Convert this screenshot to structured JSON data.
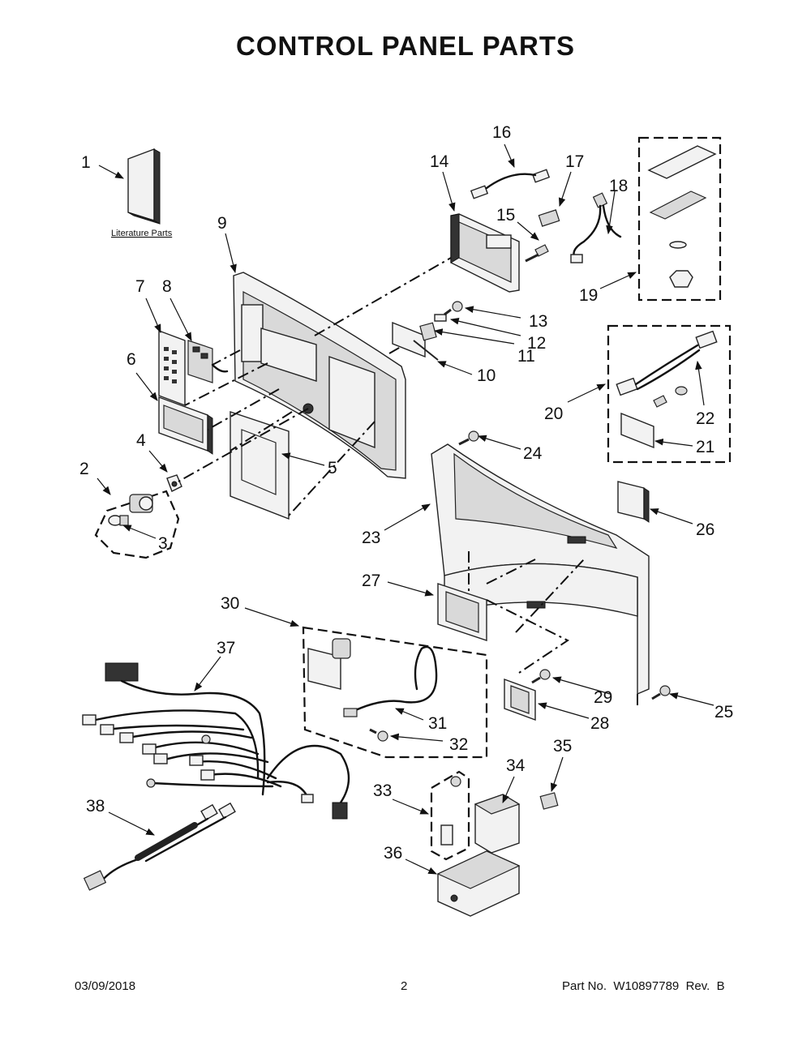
{
  "title": "CONTROL PANEL PARTS",
  "literature_label": "Literature Parts",
  "callouts": [
    "1",
    "2",
    "3",
    "4",
    "5",
    "6",
    "7",
    "8",
    "9",
    "10",
    "11",
    "12",
    "13",
    "14",
    "15",
    "16",
    "17",
    "18",
    "19",
    "20",
    "21",
    "22",
    "23",
    "24",
    "25",
    "26",
    "27",
    "28",
    "29",
    "30",
    "31",
    "32",
    "33",
    "34",
    "35",
    "36",
    "37",
    "38"
  ],
  "footer": {
    "date": "03/09/2018",
    "page": "2",
    "part_number": "Part No.  W10897789  Rev.  B"
  }
}
